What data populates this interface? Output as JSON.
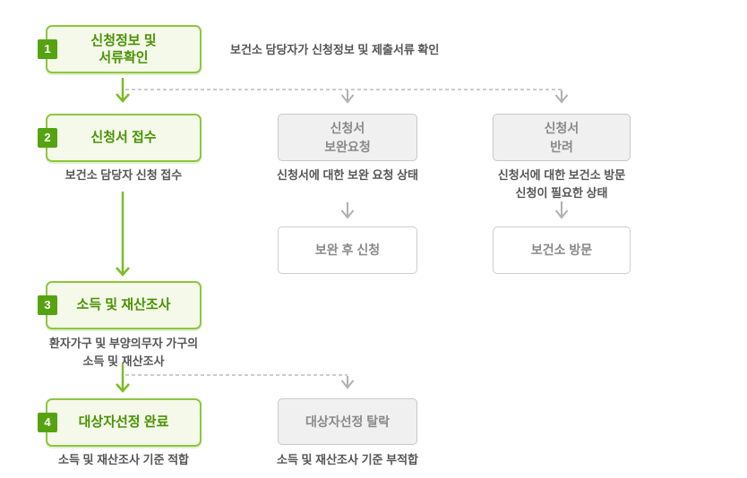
{
  "diagram": {
    "steps": [
      {
        "num": "1",
        "label": "신청정보 및\n서류확인",
        "caption": "보건소 담당자가 신청정보 및 제출서류 확인"
      },
      {
        "num": "2",
        "label": "신청서 접수",
        "caption": "보건소 담당자 신청 접수"
      },
      {
        "num": "3",
        "label": "소득 및 재산조사",
        "caption": "환자가구 및 부양의무자 가구의\n소득 및 재산조사"
      },
      {
        "num": "4",
        "label": "대상자선정 완료",
        "caption": "소득 및 재산조사 기준 적합"
      }
    ],
    "branches": {
      "supplement": {
        "box": "신청서\n보완요청",
        "caption": "신청서에 대한 보완 요청 상태",
        "result": "보완 후 신청"
      },
      "return": {
        "box": "신청서\n반려",
        "caption": "신청서에 대한 보건소 방문\n신청이 필요한 상태",
        "result": "보건소 방문"
      },
      "fail": {
        "box": "대상자선정 탈락",
        "caption": "소득 및 재산조사 기준 부적합"
      }
    },
    "colors": {
      "green_border": "#8dc63f",
      "green_fill": "#f4f9ea",
      "green_text": "#4a9202",
      "badge_bg": "#56a312",
      "green_arrow": "#7cbc27",
      "gray_fill": "#f0f0f0",
      "gray_border": "#c8c8c8",
      "gray_text": "#898989",
      "caption_text": "#555555",
      "dash_line": "#bcbcbc",
      "gray_arrow": "#b0b0b0"
    }
  }
}
